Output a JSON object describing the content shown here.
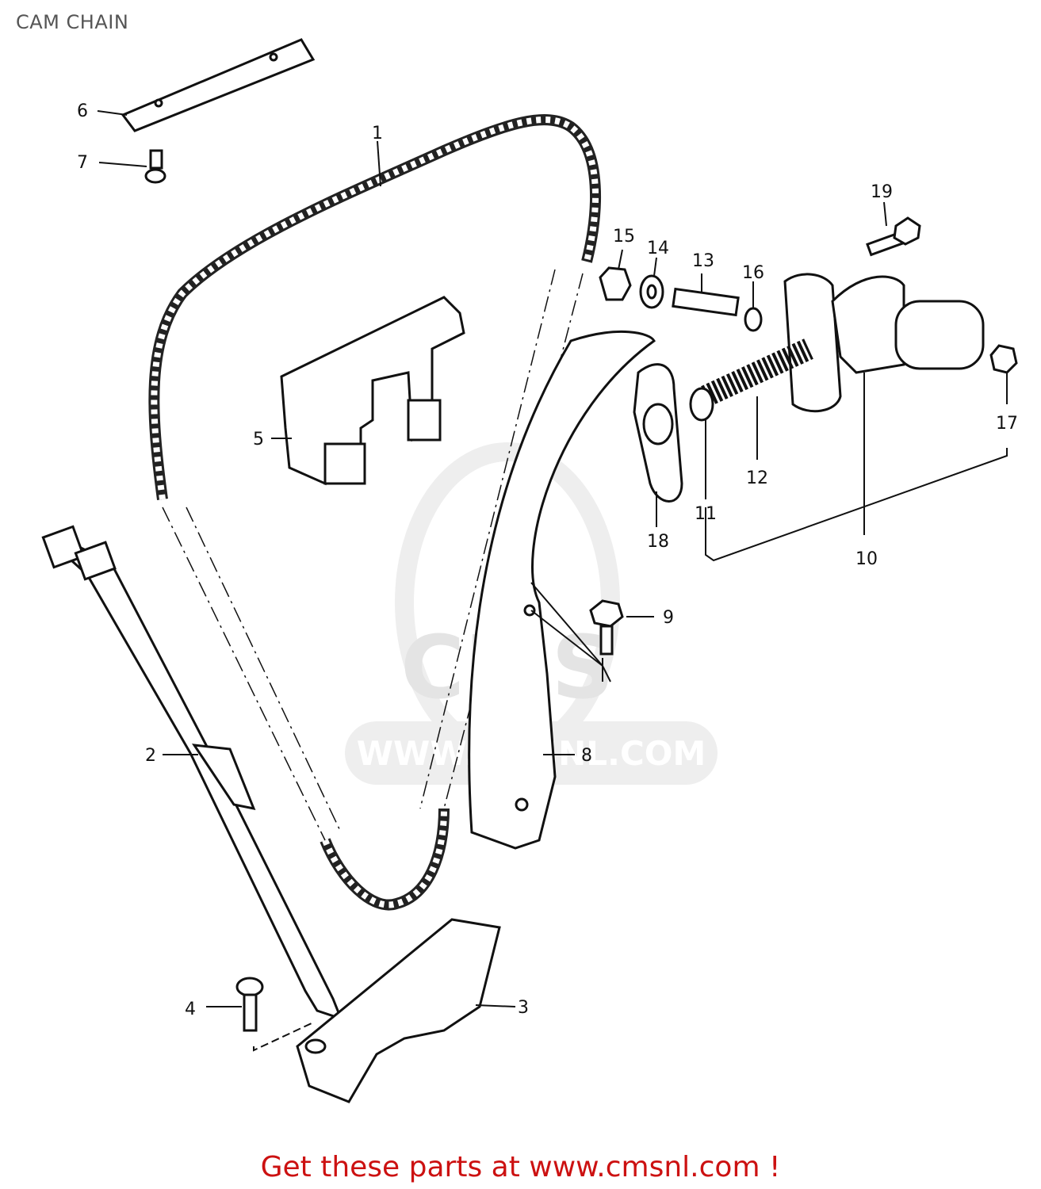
{
  "title": "CAM CHAIN",
  "callouts": [
    {
      "n": "1"
    },
    {
      "n": "2"
    },
    {
      "n": "3"
    },
    {
      "n": "4"
    },
    {
      "n": "5"
    },
    {
      "n": "6"
    },
    {
      "n": "7"
    },
    {
      "n": "8"
    },
    {
      "n": "9"
    },
    {
      "n": "10"
    },
    {
      "n": "11"
    },
    {
      "n": "12"
    },
    {
      "n": "13"
    },
    {
      "n": "14"
    },
    {
      "n": "15"
    },
    {
      "n": "16"
    },
    {
      "n": "17"
    },
    {
      "n": "18"
    },
    {
      "n": "19"
    }
  ],
  "watermark": {
    "text": "CMS",
    "url": "WWW.CMSNL.COM"
  },
  "footer": "Get these parts at www.cmsnl.com !"
}
